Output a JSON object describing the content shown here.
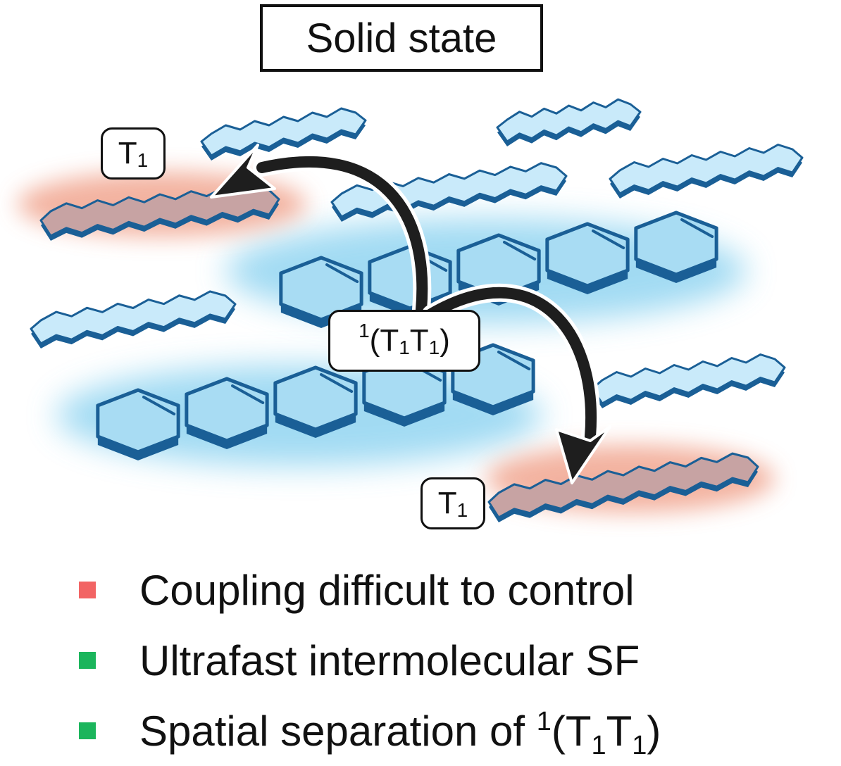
{
  "title": "Solid state",
  "labels": {
    "t1_top": {
      "main": "T",
      "sub": "1"
    },
    "t1_bottom": {
      "main": "T",
      "sub": "1"
    },
    "tt": {
      "sup": "1",
      "open": "(T",
      "sub1": "1",
      "mid": "T",
      "sub2": "1",
      "close": ")"
    }
  },
  "legend": [
    {
      "color": "#f26464",
      "text": "Coupling difficult to control"
    },
    {
      "color": "#1bb55c",
      "text": "Ultrafast intermolecular SF"
    },
    {
      "color": "#1bb55c",
      "text": "Spatial separation of ",
      "sup": "1",
      "open": "(T",
      "sub1": "1",
      "mid": "T",
      "sub2": "1",
      "close": ")"
    }
  ],
  "colors": {
    "acene_fill": "#a8dcf3",
    "acene_edge": "#1a5f96",
    "chain_fill_light": "#c9eafa",
    "chain_fill_triplet": "#c7a3a3",
    "glow_blue": "#8ad2f0",
    "glow_red": "#f0a089",
    "arrow": "#1e1e1e"
  }
}
